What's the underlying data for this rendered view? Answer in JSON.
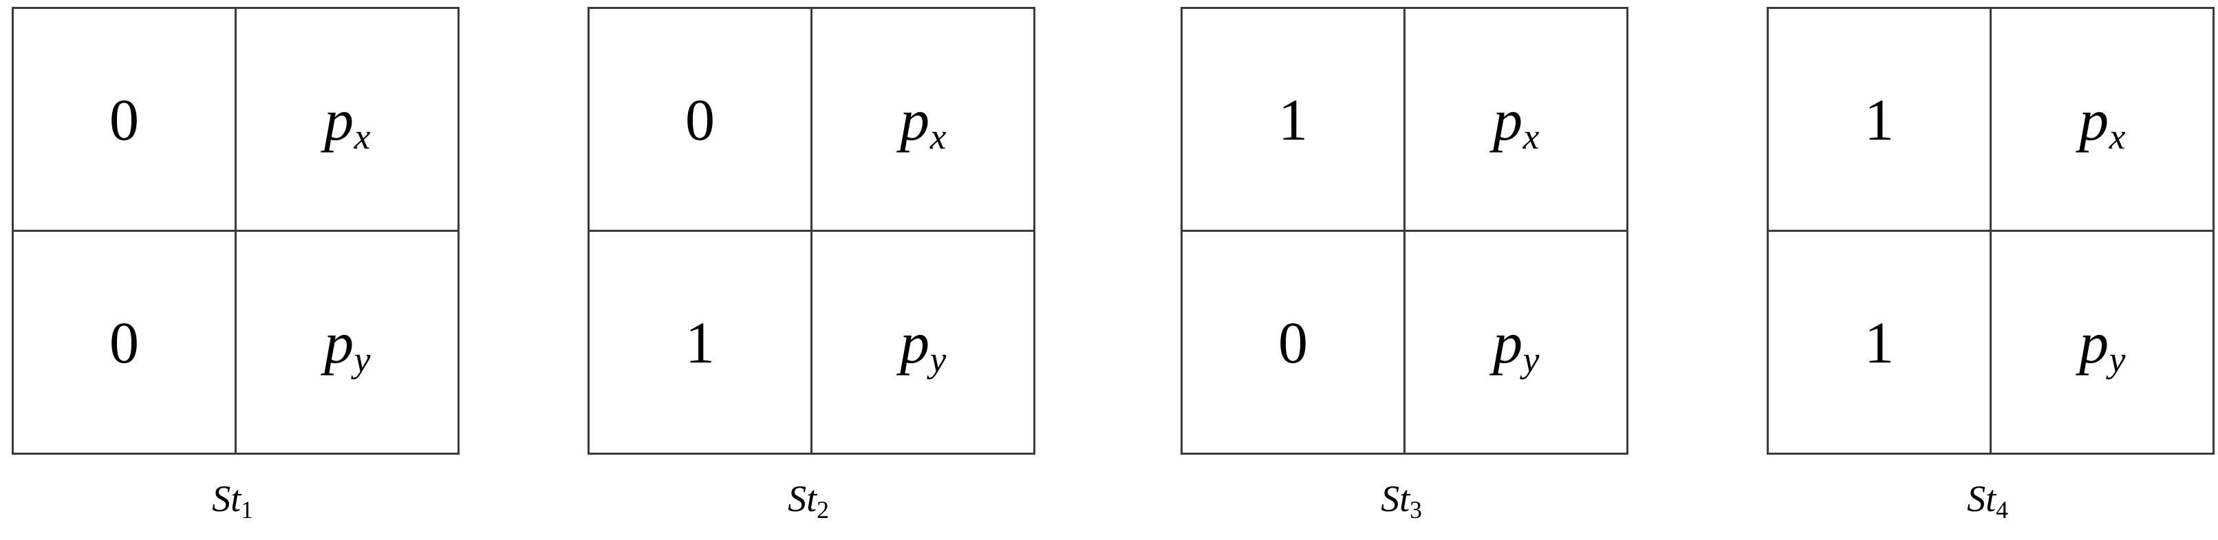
{
  "figure": {
    "type": "state-truth-tables",
    "border_color": "#3b3b3b",
    "text_color": "#000000",
    "background_color": "#ffffff",
    "variable_labels": {
      "px_base": "p",
      "px_sub": "x",
      "py_base": "p",
      "py_sub": "y"
    }
  },
  "states": [
    {
      "caption_base": "St",
      "caption_sub": "1",
      "rows": [
        {
          "value": "0",
          "var_base": "p",
          "var_sub": "x"
        },
        {
          "value": "0",
          "var_base": "p",
          "var_sub": "y"
        }
      ]
    },
    {
      "caption_base": "St",
      "caption_sub": "2",
      "rows": [
        {
          "value": "0",
          "var_base": "p",
          "var_sub": "x"
        },
        {
          "value": "1",
          "var_base": "p",
          "var_sub": "y"
        }
      ]
    },
    {
      "caption_base": "St",
      "caption_sub": "3",
      "rows": [
        {
          "value": "1",
          "var_base": "p",
          "var_sub": "x"
        },
        {
          "value": "0",
          "var_base": "p",
          "var_sub": "y"
        }
      ]
    },
    {
      "caption_base": "St",
      "caption_sub": "4",
      "rows": [
        {
          "value": "1",
          "var_base": "p",
          "var_sub": "x"
        },
        {
          "value": "1",
          "var_base": "p",
          "var_sub": "y"
        }
      ]
    }
  ]
}
